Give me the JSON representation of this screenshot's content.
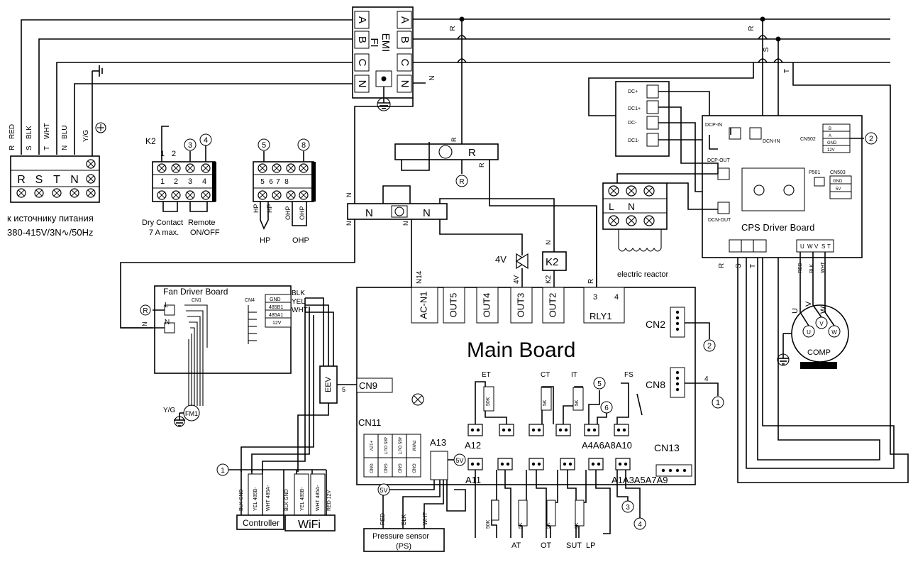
{
  "emi": {
    "label_emi": "EMI",
    "label_fi": "FI",
    "left_terms": [
      "A",
      "B",
      "C",
      "N"
    ],
    "right_terms": [
      "A",
      "B",
      "C",
      "N"
    ]
  },
  "power": {
    "wires": [
      {
        "phase": "R",
        "color": "RED"
      },
      {
        "phase": "S",
        "color": "BLK"
      },
      {
        "phase": "T",
        "color": "WHT"
      },
      {
        "phase": "N",
        "color": "BLU"
      },
      {
        "phase": "",
        "color": "Y/G"
      }
    ],
    "terms": [
      "R",
      "S",
      "T",
      "N"
    ],
    "caption1": "к источнику питания",
    "caption2": "380-415V/3N∿/50Hz"
  },
  "dry_contact": {
    "k2": "K2",
    "pins": [
      "1",
      "2",
      "3",
      "4"
    ],
    "label1": "Dry Contact",
    "label2": "7 A max.",
    "remote1": "Remote",
    "remote2": "ON/OFF",
    "circle3": "3",
    "circle4": "4"
  },
  "hp_block": {
    "pins": [
      "5",
      "6",
      "7",
      "8"
    ],
    "circle5": "5",
    "circle8": "8",
    "hp": "HP",
    "ohp": "OHP"
  },
  "relays": {
    "r": "R",
    "n": "N",
    "circle_r": "R"
  },
  "cps": {
    "title": "CPS Driver Board",
    "dc_labels": [
      "DC+",
      "DC1+",
      "DC-",
      "DC1-"
    ],
    "dcp_in": "DCP-IN",
    "dcn_in": "DCN-IN",
    "dcp_out": "DCP-OUT",
    "dcn_out": "DCN-OUT",
    "cn502": "CN502",
    "cn502_pins": [
      "B",
      "A",
      "GND",
      "12V"
    ],
    "cn503": "CN503",
    "cn503_pins": [
      "GND",
      "5V"
    ],
    "p501": "P501",
    "rst": [
      "R",
      "S",
      "T"
    ],
    "uvw": [
      "U",
      "V",
      "W"
    ],
    "uvw_pins": [
      "U",
      "W",
      "V",
      "S",
      "T"
    ],
    "red": "RED",
    "blk": "BLK",
    "wht": "WHT",
    "circle2": "2"
  },
  "reactor": {
    "label": "electric reactor",
    "terms": [
      "L",
      "N"
    ]
  },
  "comp": {
    "label": "COMP",
    "terms": [
      "U",
      "V",
      "W"
    ]
  },
  "fan": {
    "title": "Fan Driver Board",
    "cn1": "CN1",
    "cn4": "CN4",
    "pins": [
      "GND",
      "485B1",
      "485A1",
      "12V"
    ],
    "wires": [
      "BLK",
      "YEL",
      "WHT"
    ],
    "l": "L",
    "n": "N",
    "circle_r": "R",
    "motor": "FM1",
    "yg": "Y/G"
  },
  "main": {
    "title": "Main Board",
    "top_conn": [
      "AC-N1",
      "OUT5",
      "OUT4",
      "OUT3",
      "OUT2"
    ],
    "top_wires": [
      "N14",
      "4V",
      "K2"
    ],
    "rly": "RLY1",
    "rly_pins": [
      "3",
      "4"
    ],
    "cn2": "CN2",
    "cn8": "CN8",
    "cn9": "CN9",
    "cn11": "CN11",
    "cn13": "CN13",
    "cn11_pins": [
      "+12V",
      "485 OUT",
      "485 OUT",
      "PWM"
    ],
    "cn11_gnd": [
      "GND",
      "GND",
      "GND",
      "GND"
    ],
    "a13": "A13",
    "a12": "A12",
    "a11": "A11",
    "a_top": "A4A6A8A10",
    "a_bot": "A1A3A5A7A9",
    "sensors_top": [
      "ET",
      "CT",
      "IT",
      "FS"
    ],
    "sensors_bot": [
      "AT",
      "OT",
      "SUT",
      "LP"
    ],
    "res": [
      "50K",
      "5K",
      "5K",
      "5K",
      "5K",
      "5K",
      "50K"
    ],
    "eev": "EEV",
    "k2": "K2",
    "fourv": "4V",
    "r": "R",
    "wire5": "5",
    "wire4": "4"
  },
  "circles": {
    "c1": "1",
    "c2": "2",
    "c3": "3",
    "c4": "4",
    "c5": "5",
    "c6": "6",
    "c5v": "5V"
  },
  "controller": {
    "label": "Controller",
    "wires": [
      "BLK GND",
      "YEL 485B-",
      "WHT 485A-",
      "BLK GND"
    ]
  },
  "wifi": {
    "label": "WiFi",
    "wires": [
      "YEL 485B-",
      "WHT 485A-",
      "RED 12V"
    ]
  },
  "ps": {
    "label1": "Pressure sensor",
    "label2": "(PS)",
    "wires": [
      "RED",
      "BLK",
      "WHT"
    ]
  }
}
